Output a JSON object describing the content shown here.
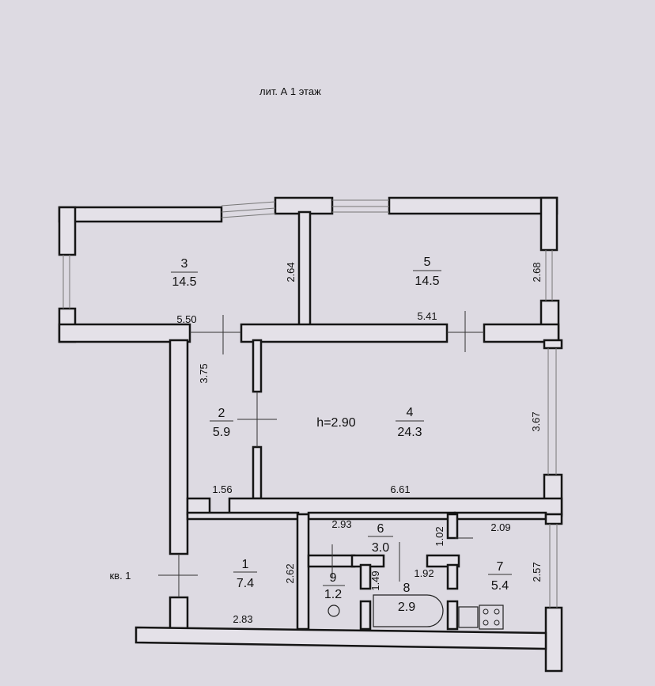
{
  "title": "лит. А 1 этаж",
  "apartment_label": "кв. 1",
  "ceiling_height": "h=2.90",
  "rooms": [
    {
      "number": "1",
      "area": "7.4"
    },
    {
      "number": "2",
      "area": "5.9"
    },
    {
      "number": "3",
      "area": "14.5"
    },
    {
      "number": "4",
      "area": "24.3"
    },
    {
      "number": "5",
      "area": "14.5"
    },
    {
      "number": "6",
      "area": "3.0"
    },
    {
      "number": "7",
      "area": "5.4"
    },
    {
      "number": "8",
      "area": "2.9"
    },
    {
      "number": "9",
      "area": "1.2"
    }
  ],
  "dimensions": {
    "room3_width": "5.50",
    "room3_depth": "2.64",
    "room5_width": "5.41",
    "room5_depth": "2.68",
    "room2_length": "3.75",
    "room2_width": "1.56",
    "room4_length": "6.61",
    "room4_depth": "3.67",
    "room6_length": "2.93",
    "room6_width": "1.02",
    "room7_width": "2.09",
    "room7_depth": "2.57",
    "room8_width": "1.92",
    "room8_depth": "1.49",
    "room1_depth": "2.62",
    "room1_width": "2.83"
  }
}
